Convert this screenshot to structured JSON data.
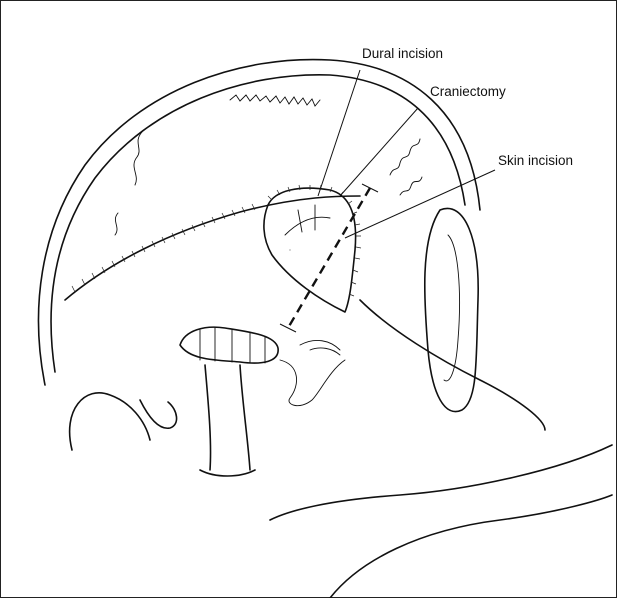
{
  "labels": {
    "dural": "Dural incision",
    "craniectomy": "Craniectomy",
    "skin": "Skin incision"
  },
  "colors": {
    "ink": "#111111",
    "background": "#ffffff",
    "border": "#222222"
  }
}
